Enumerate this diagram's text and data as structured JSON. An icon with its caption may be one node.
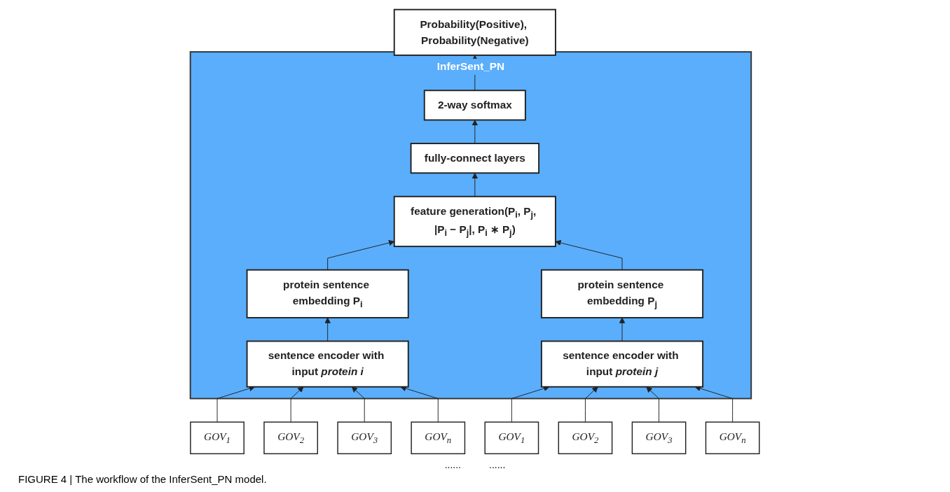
{
  "diagram": {
    "caption": "FIGURE 4 | The workflow of the InferSent_PN model.",
    "nodes": [
      {
        "text": [
          "Probability(Positive), Probability(Negative)"
        ]
      },
      {
        "text": [
          "InferSent_PN"
        ]
      },
      {
        "text": [
          "2-way softmax"
        ],
        "in": 1
      },
      {
        "text": [
          "fully-connect layers"
        ],
        "in": 1
      },
      {
        "text": [
          "feature generation(P$_{i}$, P$_{j}$, |P$_{i}$ − P$_{j}$|, P$_{i}$ ∗ P$_{j}$)"
        ],
        "in": 1
      },
      {
        "text": [
          "protein sentence embedding P$_{i}$"
        ],
        "in": 1
      },
      {
        "text": [
          "protein sentence embedding P$_{j}$"
        ],
        "in": 1
      },
      {
        "text": [
          "sentence encoder with input *protein i*"
        ],
        "in": 1
      },
      {
        "text": [
          "sentence encoder with input *protein j*"
        ],
        "in": 1
      },
      {
        "text": [
          "GOV$_{1}$"
        ]
      },
      {
        "text": [
          "GOV$_{2}$"
        ]
      },
      {
        "text": [
          "GOV$_{3}$"
        ]
      },
      {
        "text": [
          "GOV$_{n}$"
        ]
      },
      {
        "text": [
          "GOV$_{1}$"
        ]
      },
      {
        "text": [
          "GOV$_{2}$"
        ]
      },
      {
        "text": [
          "GOV$_{3}$"
        ]
      },
      {
        "text": [
          "GOV$_{n}$"
        ]
      }
    ],
    "edges": [
      {
        "from": 2,
        "to": 0,
        "arrow": "to"
      },
      {
        "from": 3,
        "to": 2,
        "arrow": "to"
      },
      {
        "from": 4,
        "to": 3,
        "arrow": "to"
      },
      {
        "from": 5,
        "to": 4,
        "arrow": "to"
      },
      {
        "from": 6,
        "to": 4,
        "arrow": "to"
      },
      {
        "from": 7,
        "to": 5,
        "arrow": "to"
      },
      {
        "from": 8,
        "to": 6,
        "arrow": "to"
      },
      {
        "from": 9,
        "to": 7,
        "arrow": "to"
      },
      {
        "from": 10,
        "to": 7,
        "arrow": "to"
      },
      {
        "from": 11,
        "to": 7,
        "arrow": "to"
      },
      {
        "from": 12,
        "to": 7,
        "arrow": "to"
      },
      {
        "from": 13,
        "to": 8,
        "arrow": "to"
      },
      {
        "from": 14,
        "to": 8,
        "arrow": "to"
      },
      {
        "from": 15,
        "to": 8,
        "arrow": "to"
      },
      {
        "from": 16,
        "to": 8,
        "arrow": "to"
      }
    ],
    "labels": [
      "......",
      "......"
    ]
  }
}
